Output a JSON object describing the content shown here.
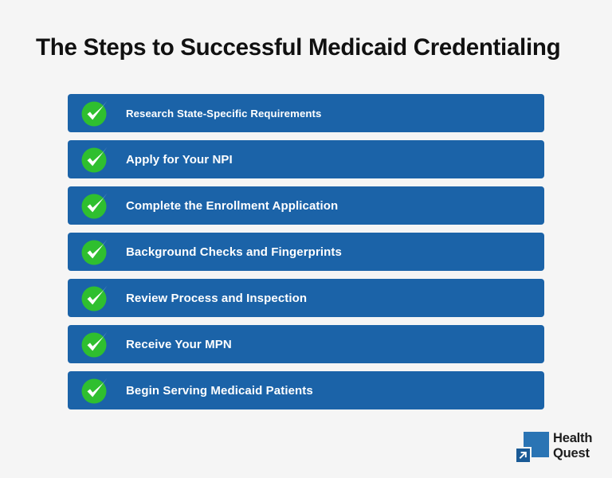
{
  "page": {
    "background_color": "#f5f5f5",
    "title": "The Steps to Successful Medicaid Credentialing",
    "title_color": "#111111"
  },
  "theme": {
    "bar_color": "#1b63a8",
    "check_circle_color": "#2fbf2f",
    "check_mark_color": "#ffffff",
    "label_color": "#ffffff"
  },
  "steps": [
    {
      "index": "1",
      "label": "Research State-Specific Requirements",
      "icon": "green-check-icon"
    },
    {
      "index": "2",
      "label": "Apply for Your NPI",
      "icon": "green-check-icon"
    },
    {
      "index": "3",
      "label": "Complete the Enrollment Application",
      "icon": "green-check-icon"
    },
    {
      "index": "4",
      "label": "Background Checks and Fingerprints",
      "icon": "green-check-icon"
    },
    {
      "index": "5",
      "label": "Review Process and Inspection",
      "icon": "green-check-icon"
    },
    {
      "index": "6",
      "label": "Receive Your MPN",
      "icon": "green-check-icon"
    },
    {
      "index": "7",
      "label": "Begin Serving Medicaid Patients",
      "icon": "green-check-icon"
    }
  ],
  "logo": {
    "line1": "Health",
    "line2": "Quest",
    "mark_icon": "squares-with-arrow-icon",
    "square_big_color": "#2a74b4",
    "square_small_color": "#1a5a96",
    "arrow_color": "#ffffff",
    "text_color": "#1d1d1d"
  }
}
